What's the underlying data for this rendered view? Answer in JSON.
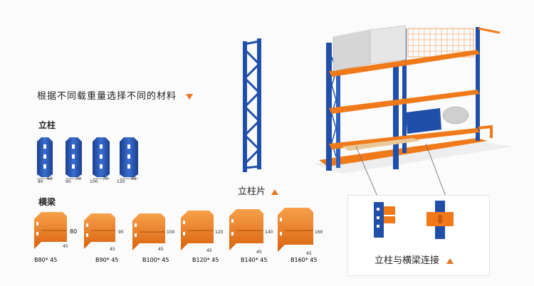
{
  "heading": {
    "text": "根据不同载重量选择不同的材料"
  },
  "column_section": {
    "title": "立柱",
    "items": [
      {
        "w": "80",
        "d": "60"
      },
      {
        "w": "90",
        "d": "70"
      },
      {
        "w": "100",
        "d": "70"
      },
      {
        "w": "120",
        "d": "95"
      }
    ]
  },
  "beam_section": {
    "title": "横梁",
    "items": [
      {
        "label": "B80* 45",
        "height": "80",
        "depth": "45"
      },
      {
        "label": "B90* 45",
        "height": "90",
        "depth": "45"
      },
      {
        "label": "B100* 45",
        "height": "100",
        "depth": "45"
      },
      {
        "label": "B120* 45",
        "height": "120",
        "depth": "45"
      },
      {
        "label": "B140* 45",
        "height": "140",
        "depth": "45"
      },
      {
        "label": "B160* 45",
        "height": "160",
        "depth": "45"
      }
    ]
  },
  "upright_frame": {
    "caption": "立柱片"
  },
  "connection": {
    "caption": "立柱与横梁连接"
  },
  "colors": {
    "blue": "#1f4fa8",
    "orange": "#f07a1a",
    "grey": "#d6d6d6"
  }
}
